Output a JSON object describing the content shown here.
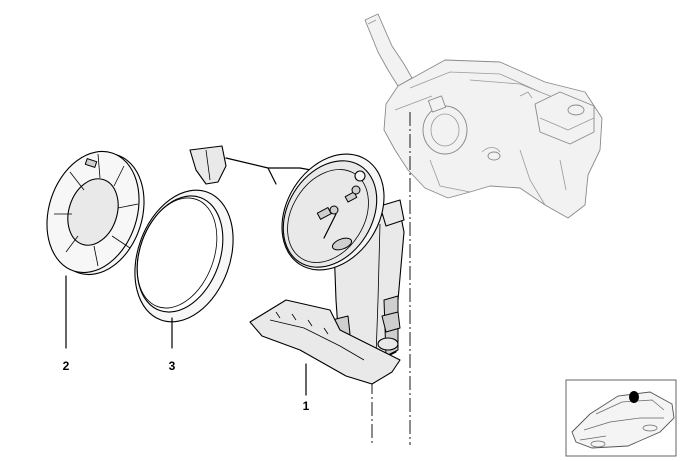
{
  "callouts": [
    {
      "id": "callout-1",
      "label": "1"
    },
    {
      "id": "callout-2",
      "label": "2"
    },
    {
      "id": "callout-3",
      "label": "3"
    }
  ],
  "watermark": "",
  "colors": {
    "line": "#000000",
    "ghost_line": "#8a8a8a",
    "part_fill": "#e9e9e9",
    "highlight": "#000000"
  }
}
